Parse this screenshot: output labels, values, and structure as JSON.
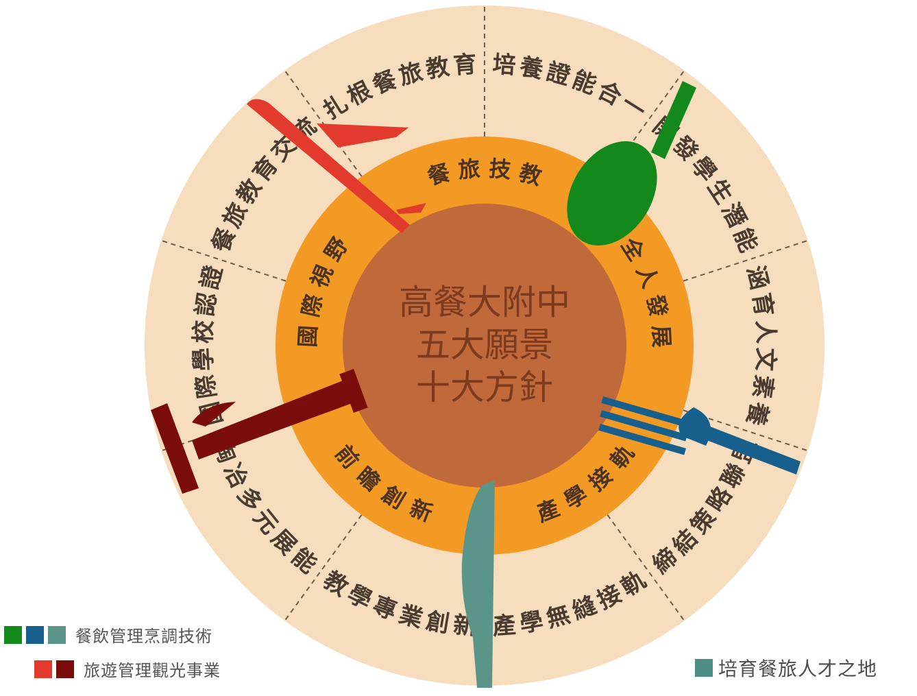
{
  "center": {
    "lines": [
      "高餐大附中",
      "五大願景",
      "十大方針"
    ]
  },
  "visions": [
    "餐旅技教",
    "全人發展",
    "產學接軌",
    "前瞻創新",
    "國際視野"
  ],
  "policies": [
    "培養證能合一",
    "開發學生潛能",
    "涵育人文素養",
    "締結策略聯盟",
    "產學無縫接軌",
    "教學專業創新",
    "陶冶多元展能",
    "國際學校認證",
    "餐旅教育交流",
    "扎根餐旅教育"
  ],
  "legend": [
    {
      "label": "餐飲管理烹調技術",
      "colors": [
        "#12891a",
        "#175f8c",
        "#5b958a"
      ]
    },
    {
      "label": "旅遊管理觀光事業",
      "colors": [
        "#e23a2c",
        "#7a0c0c"
      ]
    }
  ],
  "slogan": {
    "label": "培育餐旅人才之地",
    "color": "#4d8f86"
  },
  "colors": {
    "outer_ring": "#f6ddbd",
    "middle_ring": "#f29a24",
    "center": "#c0693a",
    "spoon": "#12891a",
    "fork": "#175f8c",
    "knife": "#5b958a",
    "plane": "#e23a2c",
    "bell": "#7a0c0c"
  },
  "icons": [
    "spoon-icon",
    "fork-icon",
    "knife-icon",
    "airplane-icon",
    "bellhop-icon"
  ]
}
